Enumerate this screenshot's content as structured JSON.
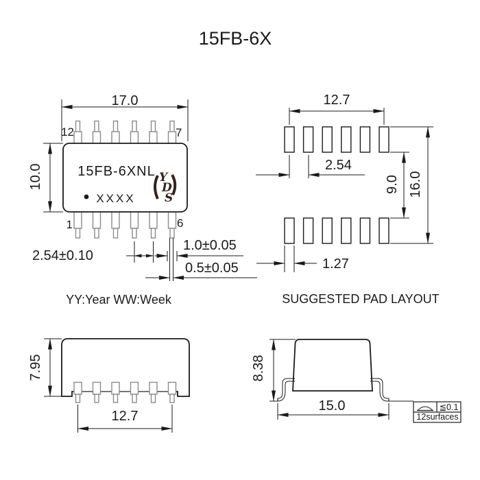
{
  "title": "15FB-6X",
  "colors": {
    "line": "#1a1a1a",
    "pin_line": "#8a8a8a",
    "logo": "#33231c"
  },
  "top_view": {
    "marking": {
      "part_number": "15FB-6XNL",
      "date_code": "XXXX"
    },
    "pins": {
      "top_left": "12",
      "top_right": "7",
      "bottom_left": "1",
      "bottom_right": "6"
    },
    "dim_width": "17.0",
    "dim_height": "10.0",
    "dim_pitch": "2.54±0.10",
    "dim_lead_width": "1.0±0.05",
    "dim_lead_tip": "0.5±0.05",
    "note": "YY:Year WW:Week"
  },
  "pad_layout": {
    "caption": "SUGGESTED PAD LAYOUT",
    "dim_span": "12.7",
    "dim_pitch": "2.54",
    "dim_inner_gap": "9.0",
    "dim_outer": "16.0",
    "dim_pad_width": "1.27"
  },
  "side_view": {
    "dim_height": "7.95",
    "dim_pin_span": "12.7"
  },
  "end_view": {
    "dim_height": "8.38",
    "dim_width": "15.0",
    "flatness_limit": "≦0.1",
    "flatness_note": "12surfaces"
  },
  "logo": {
    "l1": "Y",
    "l2": "D",
    "l3": "S"
  }
}
